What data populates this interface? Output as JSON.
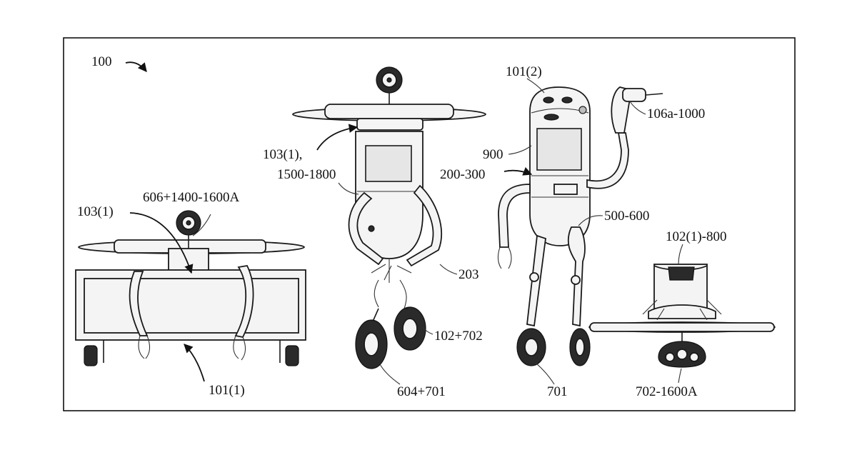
{
  "labels": {
    "fig_ref": "100",
    "cart_robot": "101(1)",
    "humanoid_robot": "101(2)",
    "drone_top_left": "103(1)",
    "drone_assembly": "606+1400-1600A",
    "drone_center": "103(1),",
    "drone_range": "1500-1800",
    "arm_tip": "203",
    "wheel_pair": "102+702",
    "lower_wheels": "604+701",
    "drill_tool": "106a-1000",
    "head_unit": "900",
    "torso_range": "200-300",
    "leg_range": "500-600",
    "wheel_single": "701",
    "drone_small": "102(1)-800",
    "track_unit": "702-1600A"
  }
}
